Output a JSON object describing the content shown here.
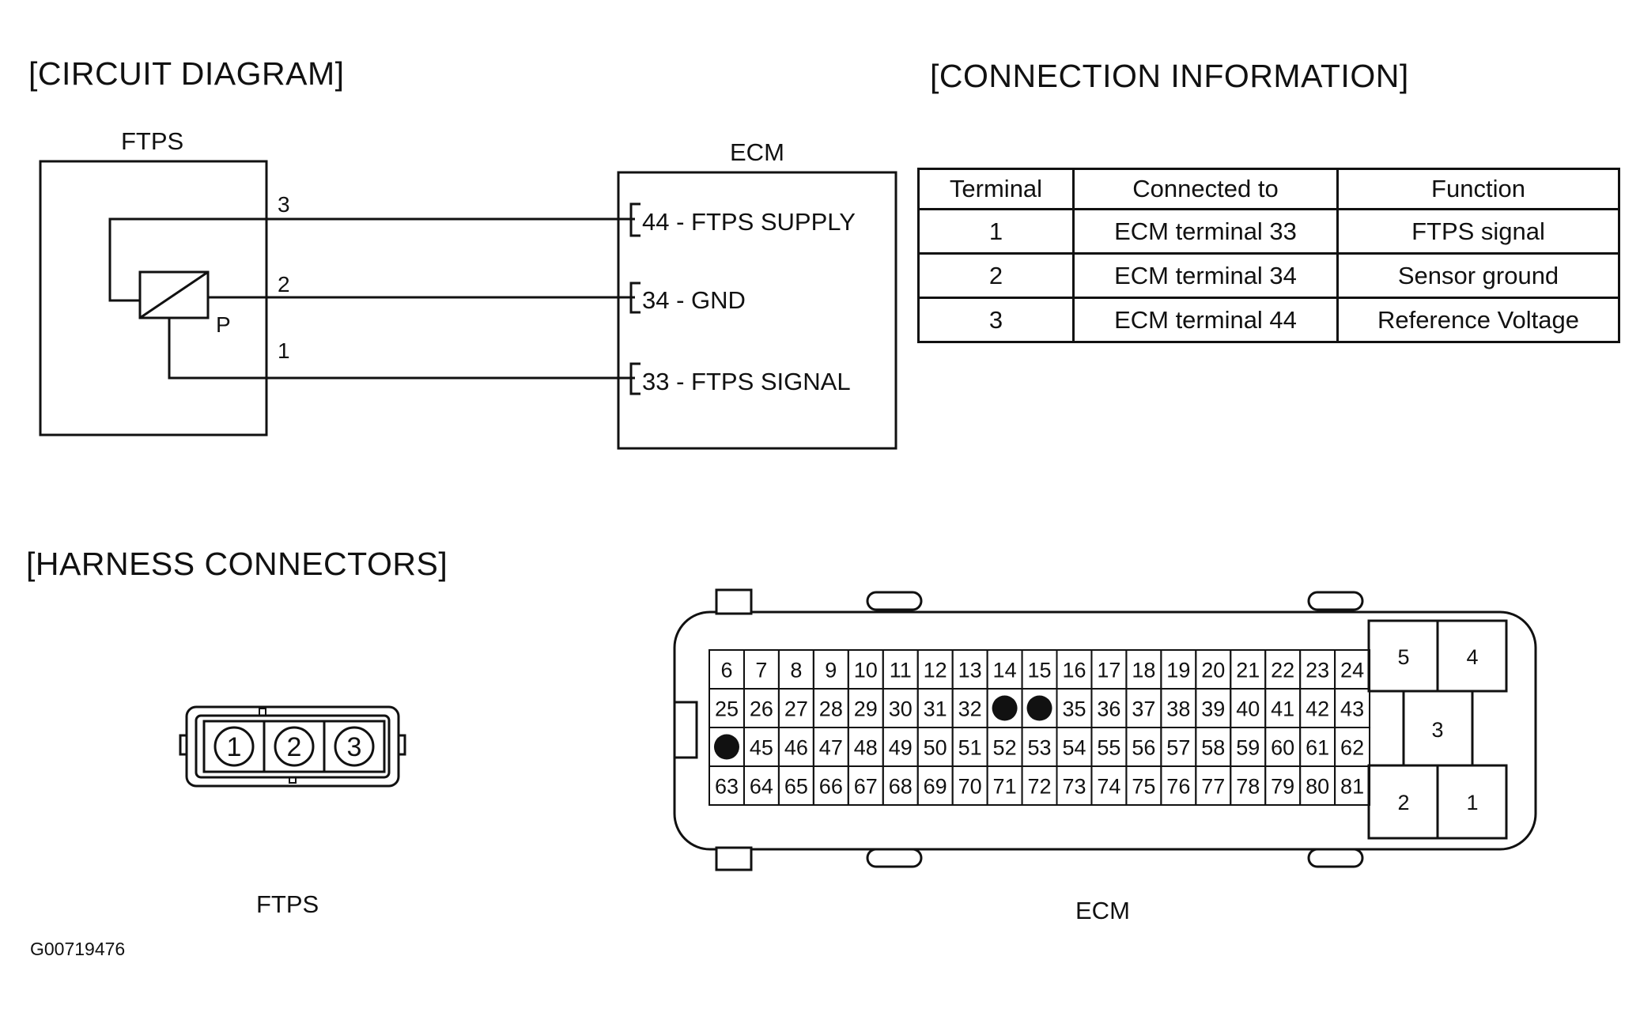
{
  "circuit_diagram": {
    "heading": "[CIRCUIT DIAGRAM]",
    "ftps_label": "FTPS",
    "ecm_label": "ECM",
    "sensor_pins": [
      "3",
      "2",
      "1"
    ],
    "sensor_symbol_label": "P",
    "ecm_pins": [
      "44 - FTPS SUPPLY",
      "34 - GND",
      "33 - FTPS SIGNAL"
    ]
  },
  "connection_information": {
    "heading": "[CONNECTION INFORMATION]",
    "columns": [
      "Terminal",
      "Connected to",
      "Function"
    ],
    "rows": [
      [
        "1",
        "ECM terminal 33",
        "FTPS signal"
      ],
      [
        "2",
        "ECM terminal 34",
        "Sensor ground"
      ],
      [
        "3",
        "ECM terminal 44",
        "Reference Voltage"
      ]
    ]
  },
  "harness_connectors": {
    "heading": "[HARNESS CONNECTORS]",
    "ftps_pins": [
      "1",
      "2",
      "3"
    ],
    "ftps_label": "FTPS",
    "ecm_label": "ECM",
    "ecm_grid_rows": [
      [
        "6",
        "7",
        "8",
        "9",
        "10",
        "11",
        "12",
        "13",
        "14",
        "15",
        "16",
        "17",
        "18",
        "19",
        "20",
        "21",
        "22",
        "23",
        "24"
      ],
      [
        "25",
        "26",
        "27",
        "28",
        "29",
        "30",
        "31",
        "32",
        "",
        "",
        "35",
        "36",
        "37",
        "38",
        "39",
        "40",
        "41",
        "42",
        "43"
      ],
      [
        "",
        "45",
        "46",
        "47",
        "48",
        "49",
        "50",
        "51",
        "52",
        "53",
        "54",
        "55",
        "56",
        "57",
        "58",
        "59",
        "60",
        "61",
        "62"
      ],
      [
        "63",
        "64",
        "65",
        "66",
        "67",
        "68",
        "69",
        "70",
        "71",
        "72",
        "73",
        "74",
        "75",
        "76",
        "77",
        "78",
        "79",
        "80",
        "81"
      ]
    ],
    "ecm_power_pins": [
      "5",
      "4",
      "3",
      "2",
      "1"
    ]
  },
  "figure_code": "G00719476"
}
